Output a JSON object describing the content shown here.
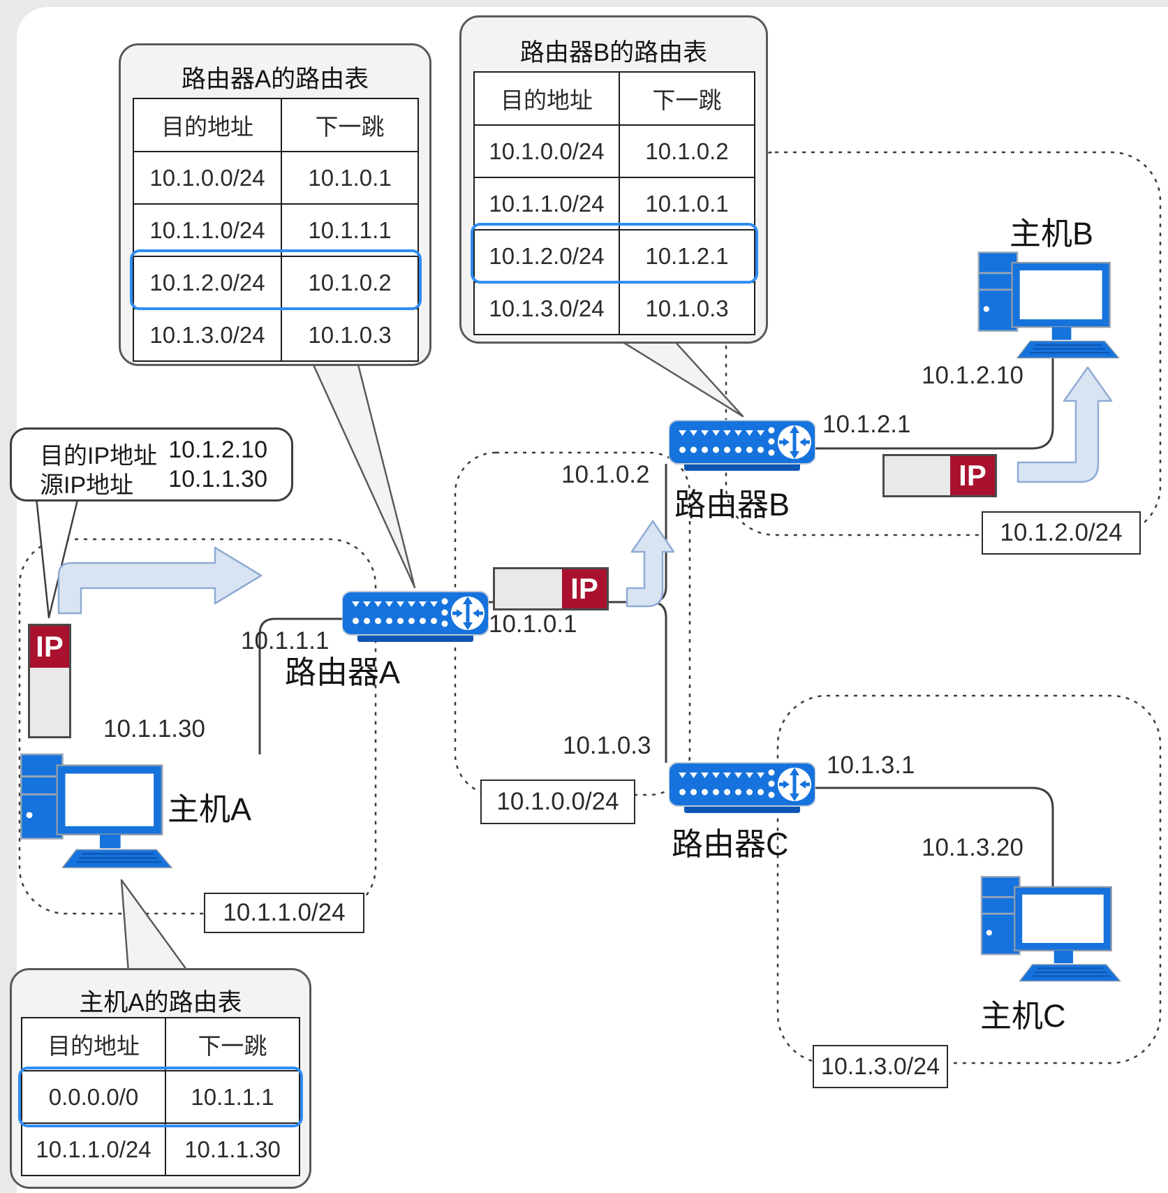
{
  "tables": {
    "router_a": {
      "title": "路由器A的路由表",
      "col_dest": "目的地址",
      "col_next": "下一跳",
      "rows": [
        {
          "dest": "10.1.0.0/24",
          "next": "10.1.0.1"
        },
        {
          "dest": "10.1.1.0/24",
          "next": "10.1.1.1"
        },
        {
          "dest": "10.1.2.0/24",
          "next": "10.1.0.2"
        },
        {
          "dest": "10.1.3.0/24",
          "next": "10.1.0.3"
        }
      ],
      "highlighted_row": 2
    },
    "router_b": {
      "title": "路由器B的路由表",
      "col_dest": "目的地址",
      "col_next": "下一跳",
      "rows": [
        {
          "dest": "10.1.0.0/24",
          "next": "10.1.0.2"
        },
        {
          "dest": "10.1.1.0/24",
          "next": "10.1.0.1"
        },
        {
          "dest": "10.1.2.0/24",
          "next": "10.1.2.1"
        },
        {
          "dest": "10.1.3.0/24",
          "next": "10.1.0.3"
        }
      ],
      "highlighted_row": 2
    },
    "host_a": {
      "title": "主机A的路由表",
      "col_dest": "目的地址",
      "col_next": "下一跳",
      "rows": [
        {
          "dest": "0.0.0.0/0",
          "next": "10.1.1.1"
        },
        {
          "dest": "10.1.1.0/24",
          "next": "10.1.1.30"
        }
      ],
      "highlighted_row": 0
    }
  },
  "packet_info": {
    "dest_label": "目的IP地址",
    "dest_value": "10.1.2.10",
    "src_label": "源IP地址",
    "src_value": "10.1.1.30"
  },
  "packet_tag": "IP",
  "devices": {
    "router_a": {
      "label": "路由器A",
      "if_left": "10.1.1.1",
      "if_right": "10.1.0.1"
    },
    "router_b": {
      "label": "路由器B",
      "if_left": "10.1.0.2",
      "if_right": "10.1.2.1"
    },
    "router_c": {
      "label": "路由器C",
      "if_left": "10.1.0.3",
      "if_right": "10.1.3.1"
    },
    "host_a": {
      "label": "主机A",
      "ip": "10.1.1.30"
    },
    "host_b": {
      "label": "主机B",
      "ip": "10.1.2.10"
    },
    "host_c": {
      "label": "主机C",
      "ip": "10.1.3.20"
    }
  },
  "networks": {
    "net_10_1_1": {
      "label": "10.1.1.0/24"
    },
    "net_10_1_0": {
      "label": "10.1.0.0/24"
    },
    "net_10_1_2": {
      "label": "10.1.2.0/24"
    },
    "net_10_1_3": {
      "label": "10.1.3.0/24"
    }
  },
  "colors": {
    "device_blue": "#1673dd",
    "device_blue_dark": "#0e56b4",
    "ip_red": "#a9112e",
    "highlight_blue": "#2e8df2",
    "arrow_fill": "#d9e4f3",
    "arrow_stroke": "#8fabd3"
  }
}
